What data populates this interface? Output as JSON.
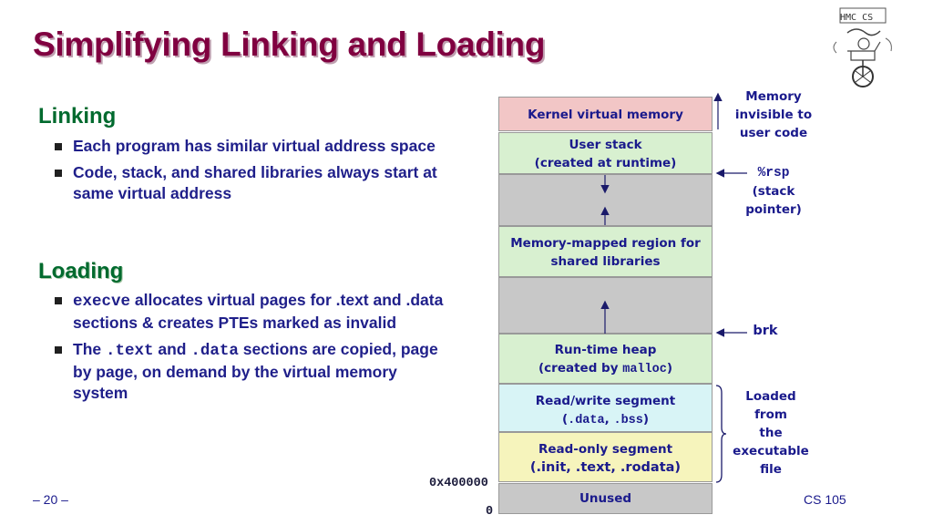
{
  "title": "Simplifying Linking and Loading",
  "linking": {
    "heading": "Linking",
    "bullets": [
      "Each program has similar virtual address space",
      "Code, stack, and shared libraries always start at same virtual address"
    ]
  },
  "loading": {
    "heading": "Loading",
    "bullet1": {
      "code": "execve",
      "text": " allocates virtual pages for .text and .data sections & creates PTEs marked as invalid"
    },
    "bullet2": {
      "pre": "The ",
      "code1": ".text",
      "mid": " and ",
      "code2": ".data",
      "post": " sections are copied, page by page, on demand by the virtual memory system"
    }
  },
  "memory": {
    "kernel": "Kernel virtual memory",
    "stack_line1": "User stack",
    "stack_line2": "(created at runtime)",
    "mmap_line1": "Memory-mapped region for",
    "mmap_line2": "shared libraries",
    "heap_line1": "Run-time heap",
    "heap_line2_text": "(created by ",
    "heap_line2_code": "malloc",
    "heap_line2_end": ")",
    "rw_line1": "Read/write segment",
    "rw_line2_open": "(",
    "rw_line2_code1": ".data",
    "rw_line2_sep": ", ",
    "rw_line2_code2": ".bss",
    "rw_line2_close": ")",
    "ro_line1": "Read-only segment",
    "ro_line2_code": "(.init, .text, .rodata)",
    "unused": "Unused"
  },
  "notes": {
    "mem_invisible": [
      "Memory",
      "invisible to",
      "user code"
    ],
    "rsp_code": "%rsp",
    "rsp_lines": [
      "(stack",
      "pointer)"
    ],
    "brk": "brk",
    "loaded": [
      "Loaded",
      "from",
      "the",
      "executable",
      "file"
    ]
  },
  "addresses": {
    "addr1": "0x400000",
    "addr0": "0"
  },
  "footer": {
    "page": "– 20 –",
    "course": "CS 105"
  },
  "logo": {
    "text": "HMC CS"
  },
  "colors": {
    "title": "#800040",
    "heading": "#006a2e",
    "text": "#1f1f8a",
    "kernel": "#f2c6c6",
    "green": "#d8f0d0",
    "gray": "#c8c8c8",
    "cyan": "#d8f4f6",
    "yellow": "#f6f4bc"
  }
}
